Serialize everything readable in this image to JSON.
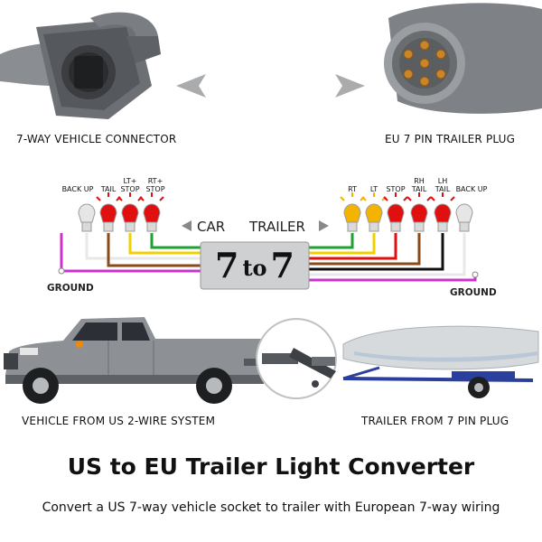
{
  "connectors": {
    "left_caption": "7-WAY VEHICLE CONNECTOR",
    "right_caption": "EU 7 PIN TRAILER PLUG"
  },
  "wiring": {
    "left_labels": [
      {
        "lines": [
          "BACK UP"
        ],
        "bulb_color": "#e6e6e6"
      },
      {
        "lines": [
          "TAIL"
        ],
        "bulb_color": "#e01010"
      },
      {
        "lines": [
          "LT+",
          "STOP"
        ],
        "bulb_color": "#e01010"
      },
      {
        "lines": [
          "RT+",
          "STOP"
        ],
        "bulb_color": "#e01010"
      }
    ],
    "right_labels": [
      {
        "lines": [
          "RT"
        ],
        "bulb_color": "#f2b400"
      },
      {
        "lines": [
          "LT"
        ],
        "bulb_color": "#f2b400"
      },
      {
        "lines": [
          "STOP"
        ],
        "bulb_color": "#e01010"
      },
      {
        "lines": [
          "RH",
          "TAIL"
        ],
        "bulb_color": "#e01010"
      },
      {
        "lines": [
          "LH",
          "TAIL"
        ],
        "bulb_color": "#e01010"
      },
      {
        "lines": [
          "BACK UP"
        ],
        "bulb_color": "#e6e6e6"
      }
    ],
    "car_label": "CAR",
    "trailer_label": "TRAILER",
    "converter_big": "7",
    "converter_small": "to",
    "converter_big2": "7",
    "ground_left": "GROUND",
    "ground_right": "GROUND"
  },
  "scene": {
    "left_caption": "VEHICLE FROM US 2-WIRE SYSTEM",
    "right_caption": "TRAILER FROM 7 PIN PLUG"
  },
  "title": "US to EU Trailer Light Converter",
  "subtitle": "Convert a US 7-way vehicle socket to trailer with European 7-way wiring"
}
